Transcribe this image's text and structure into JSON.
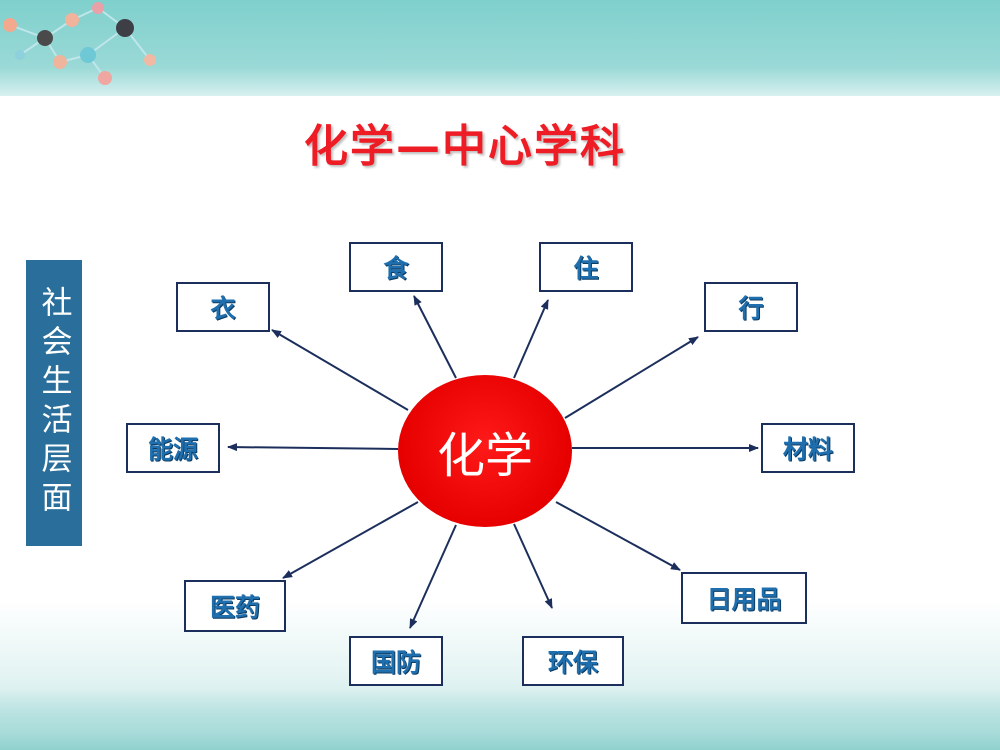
{
  "title": "化学—中心学科",
  "side_label": "社会生活层面",
  "center": "化学",
  "nodes": {
    "yi": "衣",
    "shi": "食",
    "zhu": "住",
    "xing": "行",
    "nengyuan": "能源",
    "cailiao": "材料",
    "yiyao": "医药",
    "guofang": "国防",
    "huanbao": "环保",
    "riyongpin": "日用品"
  },
  "colors": {
    "title": "#ee1c24",
    "center_fill": "#e60000",
    "side_label_bg": "#2a6f9c",
    "node_border": "#1c2f5c",
    "node_text": "#1f6fae",
    "arrow": "#1c2f5c"
  }
}
